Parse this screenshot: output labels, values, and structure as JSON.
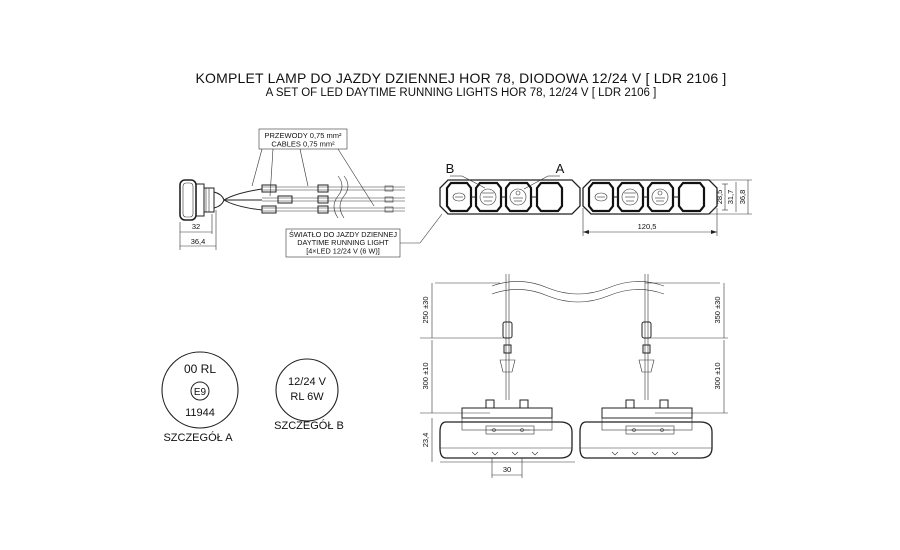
{
  "title": {
    "line1": "KOMPLET LAMP DO JAZDY DZIENNEJ HOR 78, DIODOWA 12/24 V [ LDR 2106 ]",
    "line2": "A SET OF LED DAYTIME RUNNING LIGHTS HOR 78, 12/24 V [ LDR 2106 ]"
  },
  "wires": {
    "label_pl": "PRZEWODY 0,75 mm²",
    "label_en": "CABLES 0,75 mm²"
  },
  "side_view": {
    "dim_32": "32",
    "dim_36_4": "36,4"
  },
  "callout": {
    "line1": "ŚWIATŁO DO JAZDY DZIENNEJ",
    "line2": "DAYTIME RUNNING LIGHT",
    "line3": "[4×LED 12/24 V (6 W)]"
  },
  "front_view": {
    "marker_b": "B",
    "marker_a": "A",
    "dim_120_5": "120,5",
    "dim_28_5": "28,5",
    "dim_31_7": "31,7",
    "dim_36_8": "36,8"
  },
  "install_view": {
    "dim_250": "250 ±30",
    "dim_300_left": "300 ±10",
    "dim_23_4": "23,4",
    "dim_30": "30",
    "dim_350": "350 ±30",
    "dim_300_right": "300 ±10"
  },
  "detail_a": {
    "line1": "00 RL",
    "mark": "E9",
    "line3": "11944",
    "caption": "SZCZEGÓŁ A"
  },
  "detail_b": {
    "line1": "12/24 V",
    "line2": "RL 6W",
    "caption": "SZCZEGÓŁ B"
  }
}
